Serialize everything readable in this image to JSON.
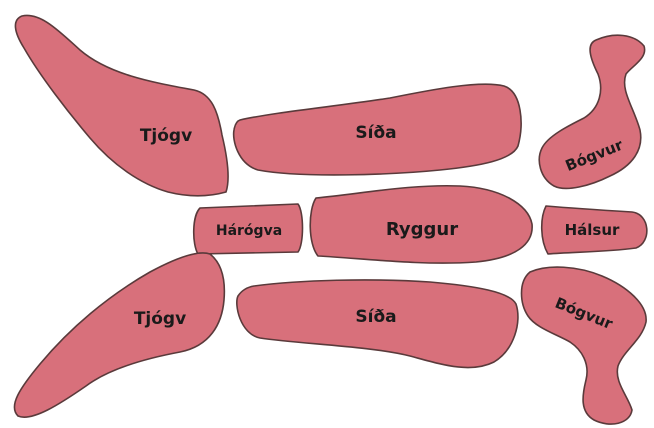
{
  "colors": {
    "meat": "#d8707b",
    "outline": "#5a3a3b",
    "label": "#1a1a1a",
    "background": "#ffffff"
  },
  "cuts": {
    "tjogv_top": "Tjógv",
    "sida_top": "Síða",
    "bogvur_top": "Bógvur",
    "harogva": "Hárógva",
    "ryggur": "Ryggur",
    "halsur": "Hálsur",
    "tjogv_bottom": "Tjógv",
    "sida_bottom": "Síða",
    "bogvur_bottom": "Bógvur"
  }
}
